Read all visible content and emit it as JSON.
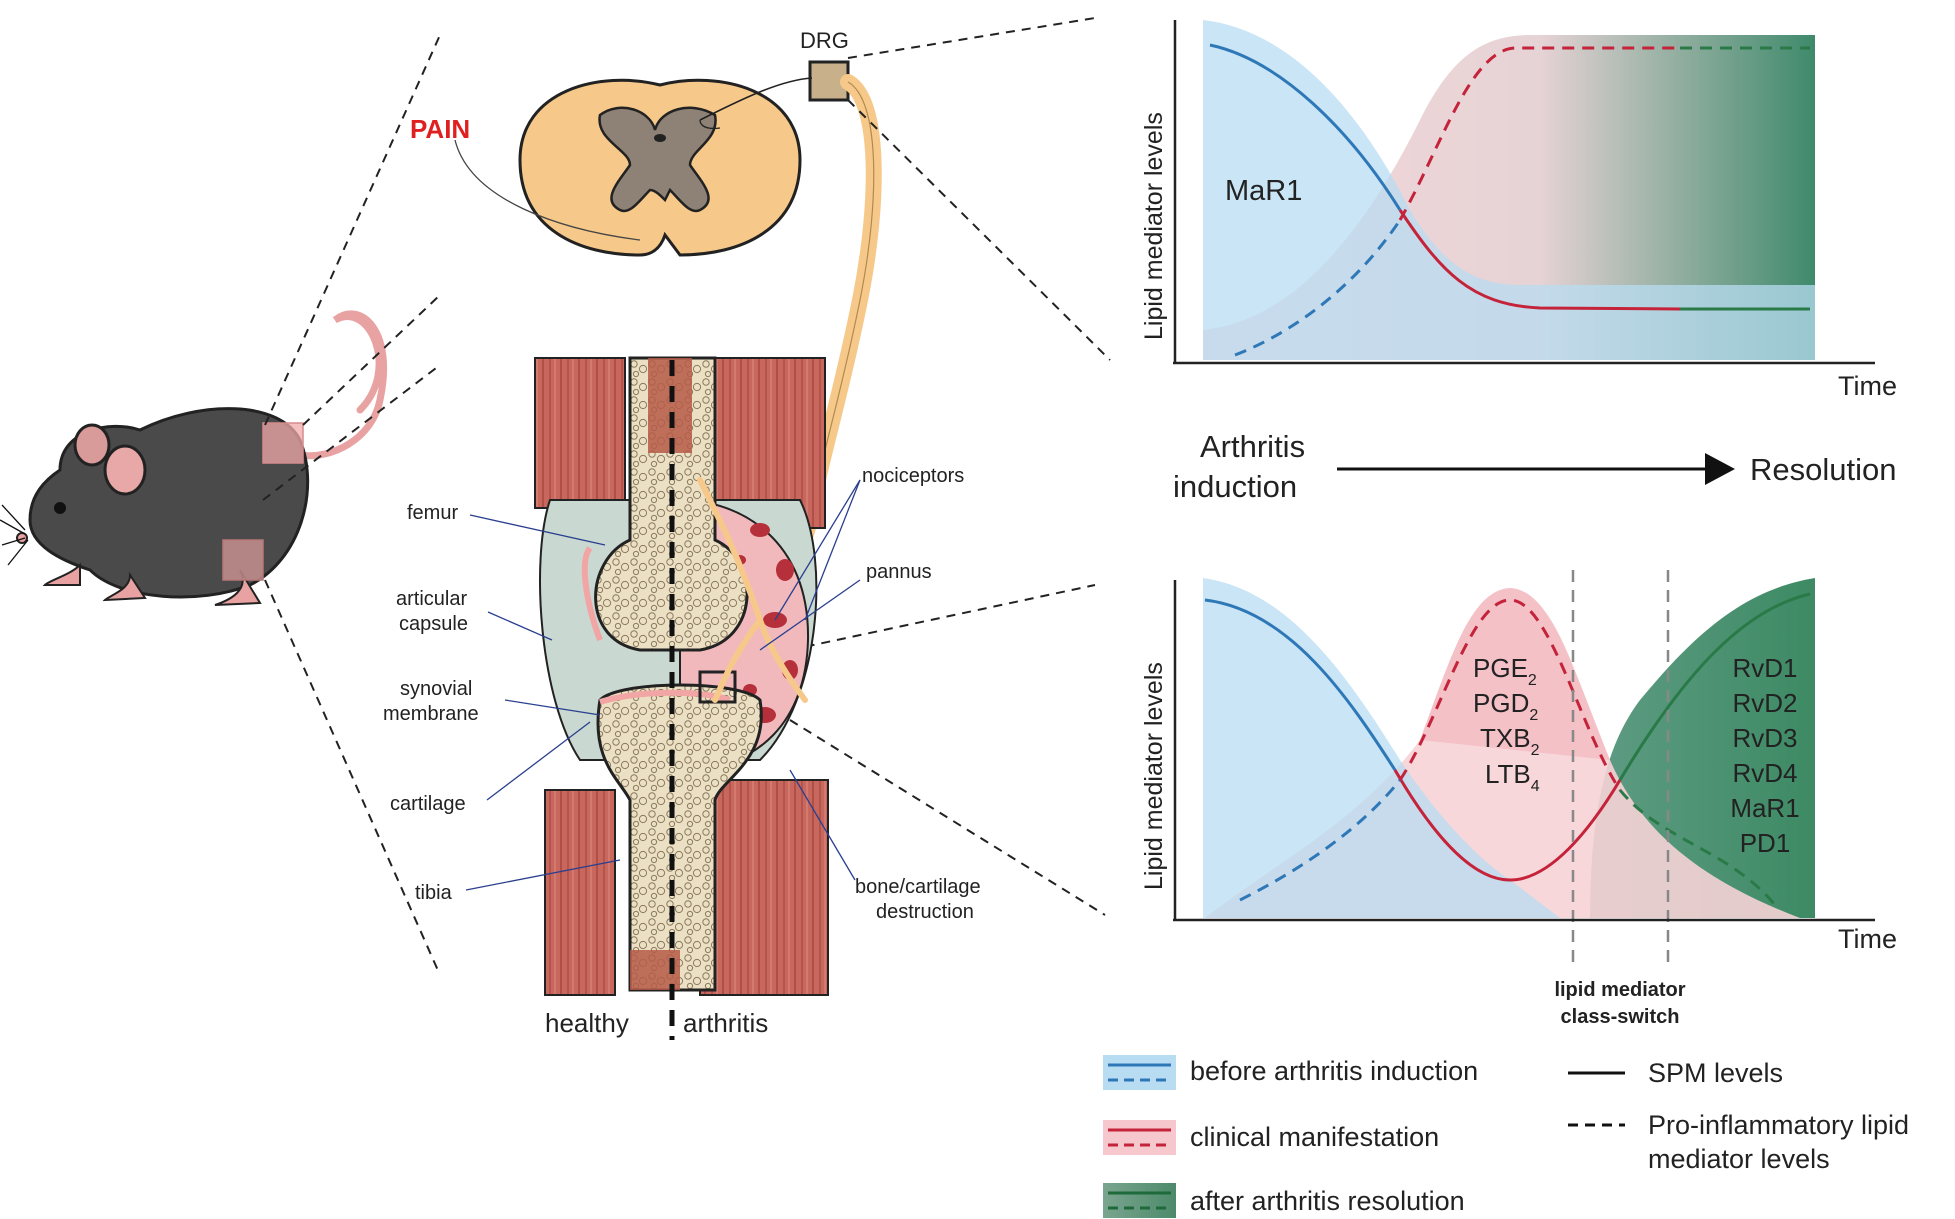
{
  "labels": {
    "pain": "PAIN",
    "drg": "DRG",
    "femur": "femur",
    "articular_capsule": [
      "articular",
      "capsule"
    ],
    "synovial_membrane": [
      "synovial",
      "membrane"
    ],
    "cartilage": "cartilage",
    "tibia": "tibia",
    "nociceptors": "nociceptors",
    "pannus": "pannus",
    "bone_cartilage_destruction": [
      "bone/cartilage",
      "destruction"
    ],
    "healthy": "healthy",
    "arthritis": "arthritis"
  },
  "top_chart": {
    "ylabel": "Lipid mediator levels",
    "xlabel": "Time",
    "annotation": "MaR1"
  },
  "arrow": {
    "start": [
      "Arthritis",
      "induction"
    ],
    "end": "Resolution"
  },
  "bottom_chart": {
    "ylabel": "Lipid mediator levels",
    "xlabel": "Time",
    "peak_mediators": [
      {
        "base": "PGE",
        "sub": "2"
      },
      {
        "base": "PGD",
        "sub": "2"
      },
      {
        "base": "TXB",
        "sub": "2"
      },
      {
        "base": "LTB",
        "sub": "4"
      }
    ],
    "resolution_mediators": [
      "RvD1",
      "RvD2",
      "RvD3",
      "RvD4",
      "MaR1",
      "PD1"
    ],
    "class_switch": [
      "lipid mediator",
      "class-switch"
    ]
  },
  "legend": {
    "phases": [
      {
        "label": "before arthritis induction",
        "fill": "#b8dcf2",
        "line": "#2f78b8"
      },
      {
        "label": "clinical manifestation",
        "fill": "#f6c7cc",
        "line": "#c4233a"
      },
      {
        "label": "after arthritis resolution",
        "fill": "#4f8a70",
        "line": "#2a7a48"
      }
    ],
    "line_types": [
      {
        "style": "solid",
        "label": [
          "SPM levels"
        ]
      },
      {
        "style": "dashed",
        "label": [
          "Pro-inflammatory lipid",
          "mediator levels"
        ]
      }
    ]
  },
  "colors": {
    "blue_fill": "#b8dcf2",
    "blue_line": "#2f78b8",
    "red_line": "#c4233a",
    "pink_fill": "#f6d3d6",
    "green_line": "#2a7a48",
    "muscle": "#c0665c",
    "nerve": "#f6c98a",
    "bone": "#e9d9b8",
    "pain_red": "#e02020"
  }
}
